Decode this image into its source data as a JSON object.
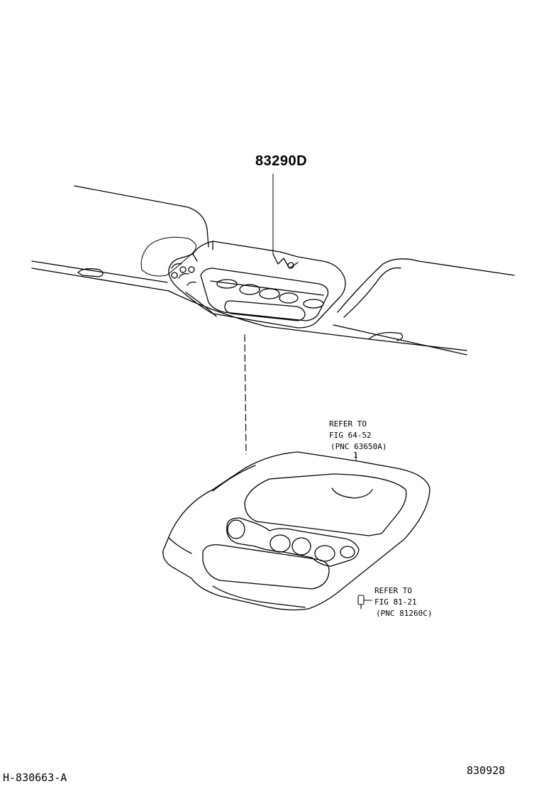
{
  "part_number": "83290D",
  "refer_panel": {
    "line1": "REFER TO",
    "line2": "FIG 64-52",
    "line3": "(PNC 63650A)",
    "line4": "1"
  },
  "refer_bolt": {
    "line1": "REFER TO",
    "line2": "FIG 81-21",
    "line3": "(PNC 81260C)"
  },
  "illustration_code": "H-830663-A",
  "date_code": "830928",
  "colors": {
    "ink": "#000000",
    "paper": "#ffffff"
  }
}
